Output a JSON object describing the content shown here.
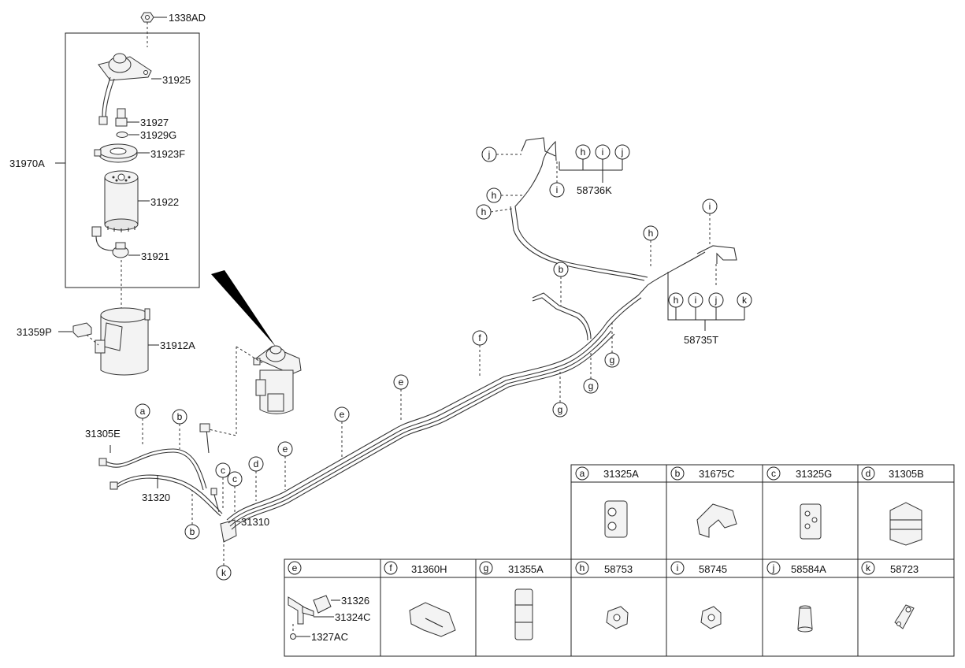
{
  "filter_box": {
    "group_label": "31970A",
    "labels": {
      "nut": "1338AD",
      "head": "31925",
      "sensor": "31927",
      "oring": "31929G",
      "adapter": "31923F",
      "cartridge": "31922",
      "heater": "31921"
    }
  },
  "bracket_labels": {
    "clip": "31359P",
    "bracket": "31912A"
  },
  "hose_labels": {
    "upper": "31305E",
    "lower": "31320",
    "junction": "31310"
  },
  "kit_labels": {
    "upper": "58736K",
    "lower": "58735T"
  },
  "callouts": {
    "a": "a",
    "b": "b",
    "c": "c",
    "d": "d",
    "e": "e",
    "f": "f",
    "g": "g",
    "h": "h",
    "i": "i",
    "j": "j",
    "k": "k"
  },
  "legend": {
    "top_row": [
      {
        "letter": "a",
        "part": "31325A"
      },
      {
        "letter": "b",
        "part": "31675C"
      },
      {
        "letter": "c",
        "part": "31325G"
      },
      {
        "letter": "d",
        "part": "31305B"
      }
    ],
    "bottom_row": [
      {
        "letter": "e",
        "part": "",
        "sub_parts": [
          "31326",
          "31324C",
          "1327AC"
        ]
      },
      {
        "letter": "f",
        "part": "31360H"
      },
      {
        "letter": "g",
        "part": "31355A"
      },
      {
        "letter": "h",
        "part": "58753"
      },
      {
        "letter": "i",
        "part": "58745"
      },
      {
        "letter": "j",
        "part": "58584A"
      },
      {
        "letter": "k",
        "part": "58723"
      }
    ]
  }
}
